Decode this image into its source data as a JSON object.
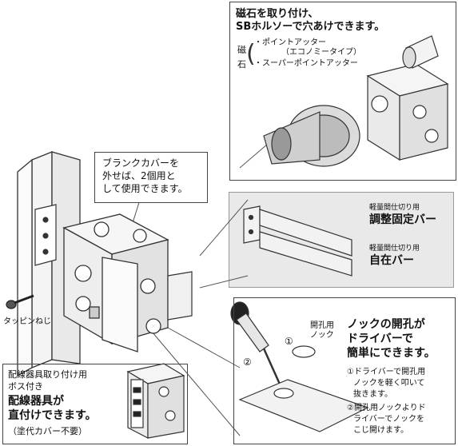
{
  "magnet_panel": {
    "line1": "磁石を取り付け、",
    "line2": "SBホルソーで穴あけできます。",
    "side_label_1": "磁",
    "side_label_2": "石",
    "bullet1": "・ポイントアッター",
    "bullet1_sub": "（エコノミータイプ）",
    "bullet2": "・スーパーポイントアッター"
  },
  "blank_cover_callout": {
    "line1": "ブランクカバーを",
    "line2": "外せば、2個用と",
    "line3": "して使用できます。"
  },
  "tapping_screw_label": "タッピンねじ",
  "bar_panel": {
    "item1_small": "軽量間仕切り用",
    "item1_large": "調整固定バー",
    "item2_small": "軽量間仕切り用",
    "item2_large": "自在バー"
  },
  "knock_panel": {
    "title1": "ノックの開孔が",
    "title2": "ドライバーで",
    "title3": "簡単にできます。",
    "step1_line1": "①ドライバーで開孔用",
    "step1_line2": "ノックを軽く叩いて",
    "step1_line3": "抜きます。",
    "step2_line1": "②開孔用ノックよりド",
    "step2_line2": "ライバーでノックを",
    "step2_line3": "こじ開けます。",
    "marker1": "①",
    "marker2": "②",
    "knock_label_1": "開孔用",
    "knock_label_2": "ノック"
  },
  "wiring_panel": {
    "line1": "配線器具取り付け用",
    "line2": "ボス付き",
    "line3": "配線器具が",
    "line4": "直付けできます。",
    "line5": "（塗代カバー不要）"
  }
}
